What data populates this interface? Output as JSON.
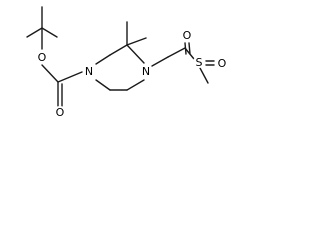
{
  "molecule": {
    "atom_labels": {
      "ester_oxygen": "O",
      "carbonyl_oxygen": "O",
      "nitrogen_carbamate": "N",
      "nitrogen_amine": "N",
      "sulfur": "S",
      "sulfonyl_oxygen_top": "O",
      "sulfonyl_oxygen_right": "O"
    }
  },
  "colors": {
    "bond": "#1a1a1a",
    "text": "#000000",
    "background": "#ffffff"
  }
}
